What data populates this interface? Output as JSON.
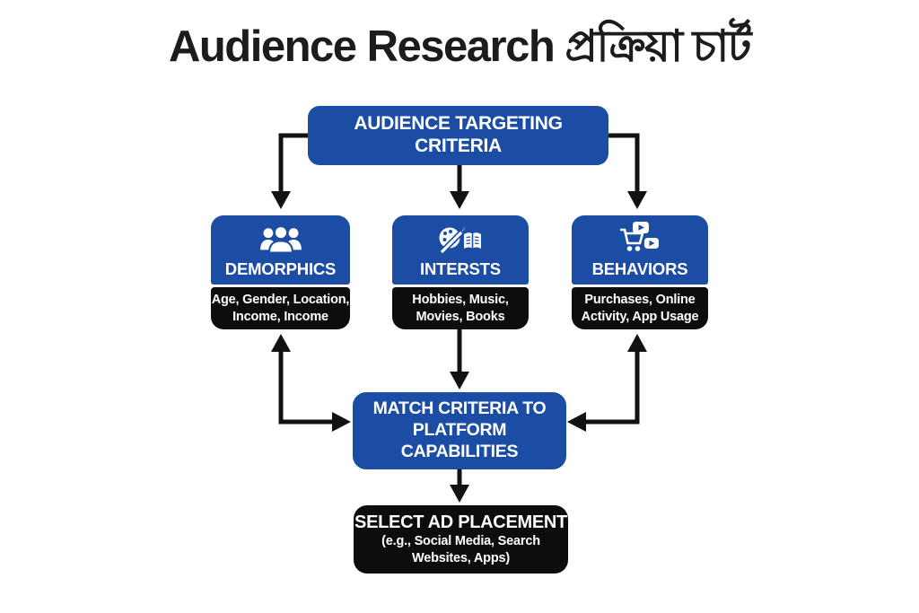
{
  "title": "Audience Research প্রক্রিয়া চার্ট",
  "colors": {
    "box_blue": "#1c4da4",
    "box_black": "#0d0d0e",
    "arrow_black": "#121212",
    "text_white": "#ffffff",
    "title_color": "#1c1c1e",
    "background": "#ffffff"
  },
  "flowchart": {
    "top": {
      "label": "AUDIENCE TARGETING\nCRITERIA"
    },
    "columns": [
      {
        "icon": "users-group-icon",
        "label": "DEMORPHICS",
        "details": "Age, Gender, Location,\nIncome, Income"
      },
      {
        "icon": "palette-book-icon",
        "label": "INTERSTS",
        "details": "Hobbies, Music,\nMovies, Books"
      },
      {
        "icon": "cart-video-icon",
        "label": "BEHAVIORS",
        "details": "Purchases, Online\nActivity, App Usage"
      }
    ],
    "match": {
      "label": "MATCH CRITERIA TO\nPLATFORM\nCAPABILITIES"
    },
    "select": {
      "title": "SELECT AD PLACEMENT",
      "subtitle": "(e.g., Social Media, Search\nWebsites, Apps)"
    }
  }
}
